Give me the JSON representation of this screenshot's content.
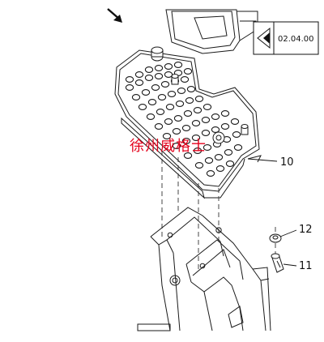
{
  "reference_box": {
    "label": "02.04.00"
  },
  "callouts": [
    {
      "id": "10",
      "label": "10"
    },
    {
      "id": "12",
      "label": "12"
    },
    {
      "id": "11",
      "label": "11"
    }
  ],
  "watermark": {
    "text": "徐州威格士"
  },
  "colors": {
    "line": "#1a1a1a",
    "watermark": "#e4001b",
    "dash": "#333333"
  }
}
